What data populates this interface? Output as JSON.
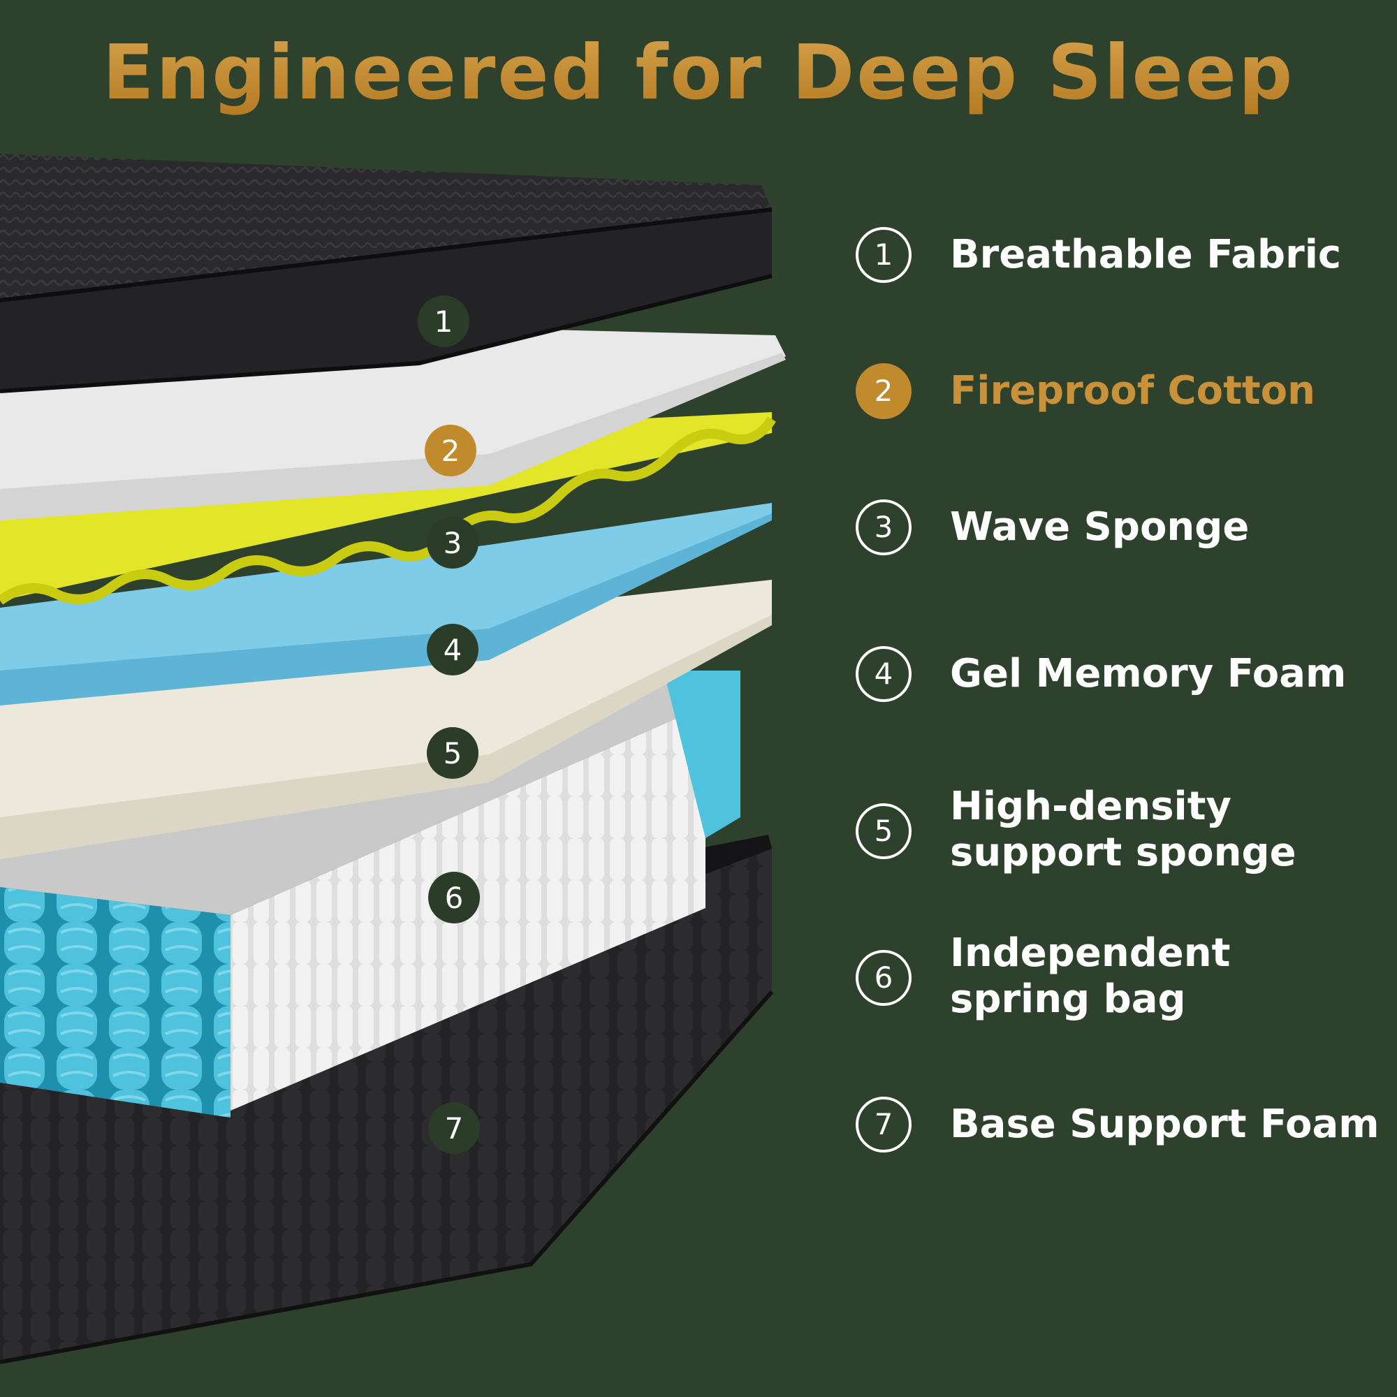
{
  "title": "Engineered for Deep Sleep",
  "colors": {
    "background": "#2e412c",
    "accent": "#c18a2c",
    "marker": "#2b3d29",
    "text": "#ffffff"
  },
  "layers": [
    {
      "number": "1",
      "label": "Breathable Fabric",
      "active": false
    },
    {
      "number": "2",
      "label": "Fireproof Cotton",
      "active": true
    },
    {
      "number": "3",
      "label": "Wave Sponge",
      "active": false
    },
    {
      "number": "4",
      "label": "Gel Memory Foam",
      "active": false
    },
    {
      "number": "5",
      "label": "High-density support sponge",
      "label_lines": [
        "High-density",
        "support sponge"
      ],
      "active": false
    },
    {
      "number": "6",
      "label": "Independent spring bag",
      "label_lines": [
        "Independent",
        "spring bag"
      ],
      "active": false
    },
    {
      "number": "7",
      "label": "Base Support Foam",
      "active": false
    }
  ]
}
